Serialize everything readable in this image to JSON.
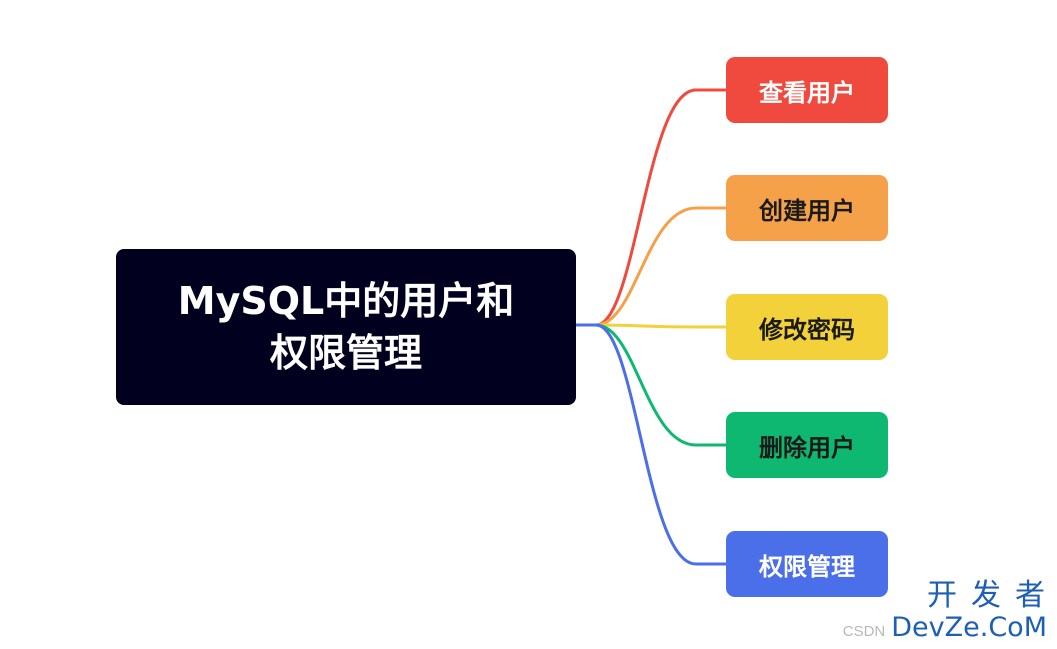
{
  "diagram": {
    "central_topic": {
      "line1": "MySQL中的用户和",
      "line2": "权限管理",
      "background": "#01001f",
      "text_color": "#ffffff"
    },
    "branches": [
      {
        "label": "查看用户",
        "color": "#f04a3f",
        "text_color": "#ffffff"
      },
      {
        "label": "创建用户",
        "color": "#f5a14a",
        "text_color": "#1a1a1a"
      },
      {
        "label": "修改密码",
        "color": "#f2d13b",
        "text_color": "#1a1a1a"
      },
      {
        "label": "删除用户",
        "color": "#0fb870",
        "text_color": "#1a1a1a"
      },
      {
        "label": "权限管理",
        "color": "#4a6fe8",
        "text_color": "#ffffff"
      }
    ]
  },
  "watermark": {
    "brand_cn": "开发者",
    "csdn": "CSDN",
    "domain": "DevZe.CoM"
  }
}
